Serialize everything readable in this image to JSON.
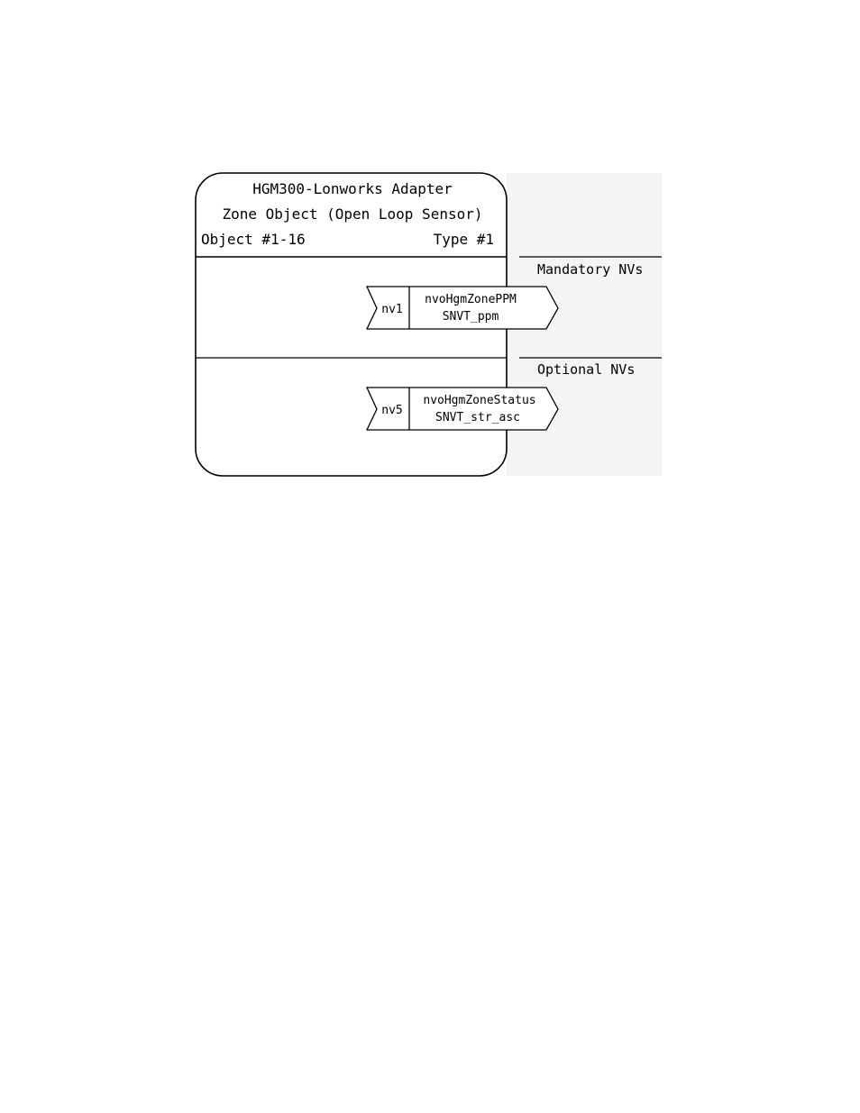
{
  "header": {
    "title": "HGM300-Lonworks Adapter",
    "subtitle": "Zone Object (Open Loop Sensor)",
    "object_label": "Object #1-16",
    "type_label": "Type #1"
  },
  "sections": [
    {
      "label": "Mandatory NVs",
      "nvs": [
        {
          "id": "nv1",
          "name": "nvoHgmZonePPM",
          "type": "SNVT_ppm"
        }
      ]
    },
    {
      "label": "Optional NVs",
      "nvs": [
        {
          "id": "nv5",
          "name": "nvoHgmZoneStatus",
          "type": "SNVT_str_asc"
        }
      ]
    }
  ]
}
